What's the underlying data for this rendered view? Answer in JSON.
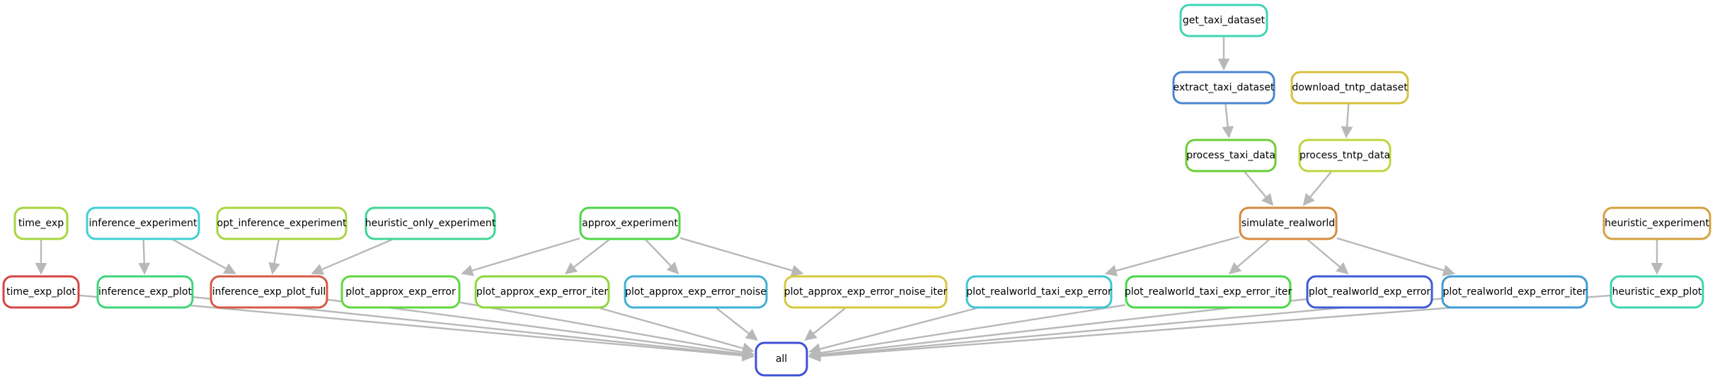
{
  "nodes": [
    {
      "id": "get_taxi_dataset",
      "label": "get_taxi_dataset",
      "color": "#3fd6b4"
    },
    {
      "id": "extract_taxi_dataset",
      "label": "extract_taxi_dataset",
      "color": "#4a84d4"
    },
    {
      "id": "download_tntp_dataset",
      "label": "download_tntp_dataset",
      "color": "#d6c13f"
    },
    {
      "id": "process_taxi_data",
      "label": "process_taxi_data",
      "color": "#6ccd3a"
    },
    {
      "id": "process_tntp_data",
      "label": "process_tntp_data",
      "color": "#bcd63f"
    },
    {
      "id": "time_exp",
      "label": "time_exp",
      "color": "#a4d63f"
    },
    {
      "id": "inference_experiment",
      "label": "inference_experiment",
      "color": "#3fd0d6"
    },
    {
      "id": "opt_inference_experiment",
      "label": "opt_inference_experiment",
      "color": "#a8d63f"
    },
    {
      "id": "heuristic_only_experiment",
      "label": "heuristic_only_experiment",
      "color": "#3fd694"
    },
    {
      "id": "approx_experiment",
      "label": "approx_experiment",
      "color": "#4fd648"
    },
    {
      "id": "simulate_realworld",
      "label": "simulate_realworld",
      "color": "#d68a3f"
    },
    {
      "id": "heuristic_experiment",
      "label": "heuristic_experiment",
      "color": "#d6a03f"
    },
    {
      "id": "time_exp_plot",
      "label": "time_exp_plot",
      "color": "#d64545"
    },
    {
      "id": "inference_exp_plot",
      "label": "inference_exp_plot",
      "color": "#3fd67a"
    },
    {
      "id": "inference_exp_plot_full",
      "label": "inference_exp_plot_full",
      "color": "#d65a45"
    },
    {
      "id": "plot_approx_exp_error",
      "label": "plot_approx_exp_error",
      "color": "#62d63f"
    },
    {
      "id": "plot_approx_exp_error_iter",
      "label": "plot_approx_exp_error_iter",
      "color": "#8ed63f"
    },
    {
      "id": "plot_approx_exp_error_noise",
      "label": "plot_approx_exp_error_noise",
      "color": "#3fb0d6"
    },
    {
      "id": "plot_approx_exp_error_noise_iter",
      "label": "plot_approx_exp_error_noise_iter",
      "color": "#d6c83f"
    },
    {
      "id": "plot_realworld_taxi_exp_error",
      "label": "plot_realworld_taxi_exp_error",
      "color": "#3fc6d6"
    },
    {
      "id": "plot_realworld_taxi_exp_error_iter",
      "label": "plot_realworld_taxi_exp_error_iter",
      "color": "#4ad64a"
    },
    {
      "id": "plot_realworld_exp_error",
      "label": "plot_realworld_exp_error",
      "color": "#3f5ad6"
    },
    {
      "id": "plot_realworld_exp_error_iter",
      "label": "plot_realworld_exp_error_iter",
      "color": "#3f9cd6"
    },
    {
      "id": "heuristic_exp_plot",
      "label": "heuristic_exp_plot",
      "color": "#3fd6b0"
    },
    {
      "id": "all",
      "label": "all",
      "color": "#3f4fd6"
    }
  ],
  "edges": [
    [
      "get_taxi_dataset",
      "extract_taxi_dataset"
    ],
    [
      "extract_taxi_dataset",
      "process_taxi_data"
    ],
    [
      "download_tntp_dataset",
      "process_tntp_data"
    ],
    [
      "process_taxi_data",
      "simulate_realworld"
    ],
    [
      "process_tntp_data",
      "simulate_realworld"
    ],
    [
      "time_exp",
      "time_exp_plot"
    ],
    [
      "inference_experiment",
      "inference_exp_plot"
    ],
    [
      "inference_experiment",
      "inference_exp_plot_full"
    ],
    [
      "opt_inference_experiment",
      "inference_exp_plot_full"
    ],
    [
      "heuristic_only_experiment",
      "inference_exp_plot_full"
    ],
    [
      "approx_experiment",
      "plot_approx_exp_error"
    ],
    [
      "approx_experiment",
      "plot_approx_exp_error_iter"
    ],
    [
      "approx_experiment",
      "plot_approx_exp_error_noise"
    ],
    [
      "approx_experiment",
      "plot_approx_exp_error_noise_iter"
    ],
    [
      "simulate_realworld",
      "plot_realworld_taxi_exp_error"
    ],
    [
      "simulate_realworld",
      "plot_realworld_taxi_exp_error_iter"
    ],
    [
      "simulate_realworld",
      "plot_realworld_exp_error"
    ],
    [
      "simulate_realworld",
      "plot_realworld_exp_error_iter"
    ],
    [
      "heuristic_experiment",
      "heuristic_exp_plot"
    ],
    [
      "time_exp_plot",
      "all"
    ],
    [
      "inference_exp_plot",
      "all"
    ],
    [
      "inference_exp_plot_full",
      "all"
    ],
    [
      "plot_approx_exp_error",
      "all"
    ],
    [
      "plot_approx_exp_error_iter",
      "all"
    ],
    [
      "plot_approx_exp_error_noise",
      "all"
    ],
    [
      "plot_approx_exp_error_noise_iter",
      "all"
    ],
    [
      "plot_realworld_taxi_exp_error",
      "all"
    ],
    [
      "plot_realworld_taxi_exp_error_iter",
      "all"
    ],
    [
      "plot_realworld_exp_error",
      "all"
    ],
    [
      "plot_realworld_exp_error_iter",
      "all"
    ],
    [
      "heuristic_exp_plot",
      "all"
    ]
  ],
  "edge_color": "#b8b8b8"
}
